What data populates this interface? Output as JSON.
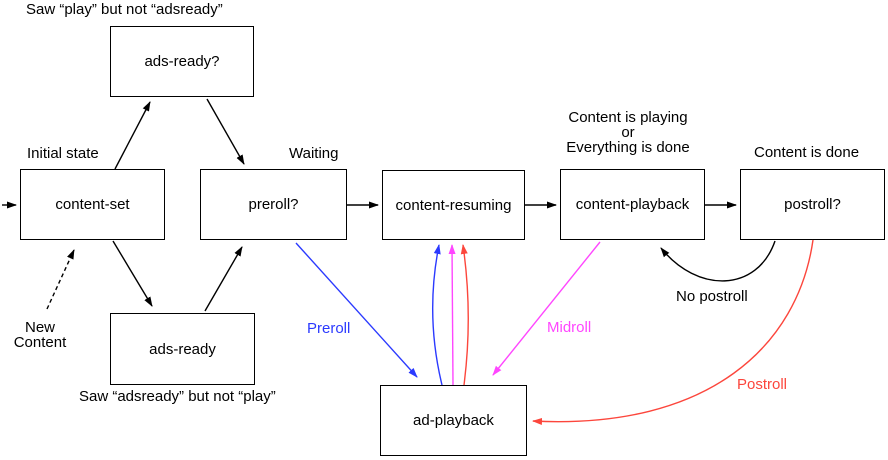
{
  "colors": {
    "line": "#000000",
    "preroll": "#2b3aff",
    "midroll": "#ff46ff",
    "postroll": "#fc463c",
    "background": "#ffffff"
  },
  "states": {
    "ads_ready_q": {
      "label": "ads-ready?",
      "note": "Saw “play” but not “adsready”"
    },
    "content_set": {
      "label": "content-set",
      "note": "Initial state"
    },
    "preroll_q": {
      "label": "preroll?",
      "note": "Waiting"
    },
    "content_resuming": {
      "label": "content-resuming"
    },
    "content_playback": {
      "label": "content-playback",
      "note": "Content is playing\nor\nEverything is done"
    },
    "postroll_q": {
      "label": "postroll?",
      "note": "Content is done"
    },
    "ads_ready": {
      "label": "ads-ready",
      "note": "Saw “adsready” but not “play”"
    },
    "ad_playback": {
      "label": "ad-playback"
    }
  },
  "annotations": {
    "new_content": "New\nContent",
    "preroll": "Preroll",
    "midroll": "Midroll",
    "no_postroll": "No postroll",
    "postroll": "Postroll"
  }
}
